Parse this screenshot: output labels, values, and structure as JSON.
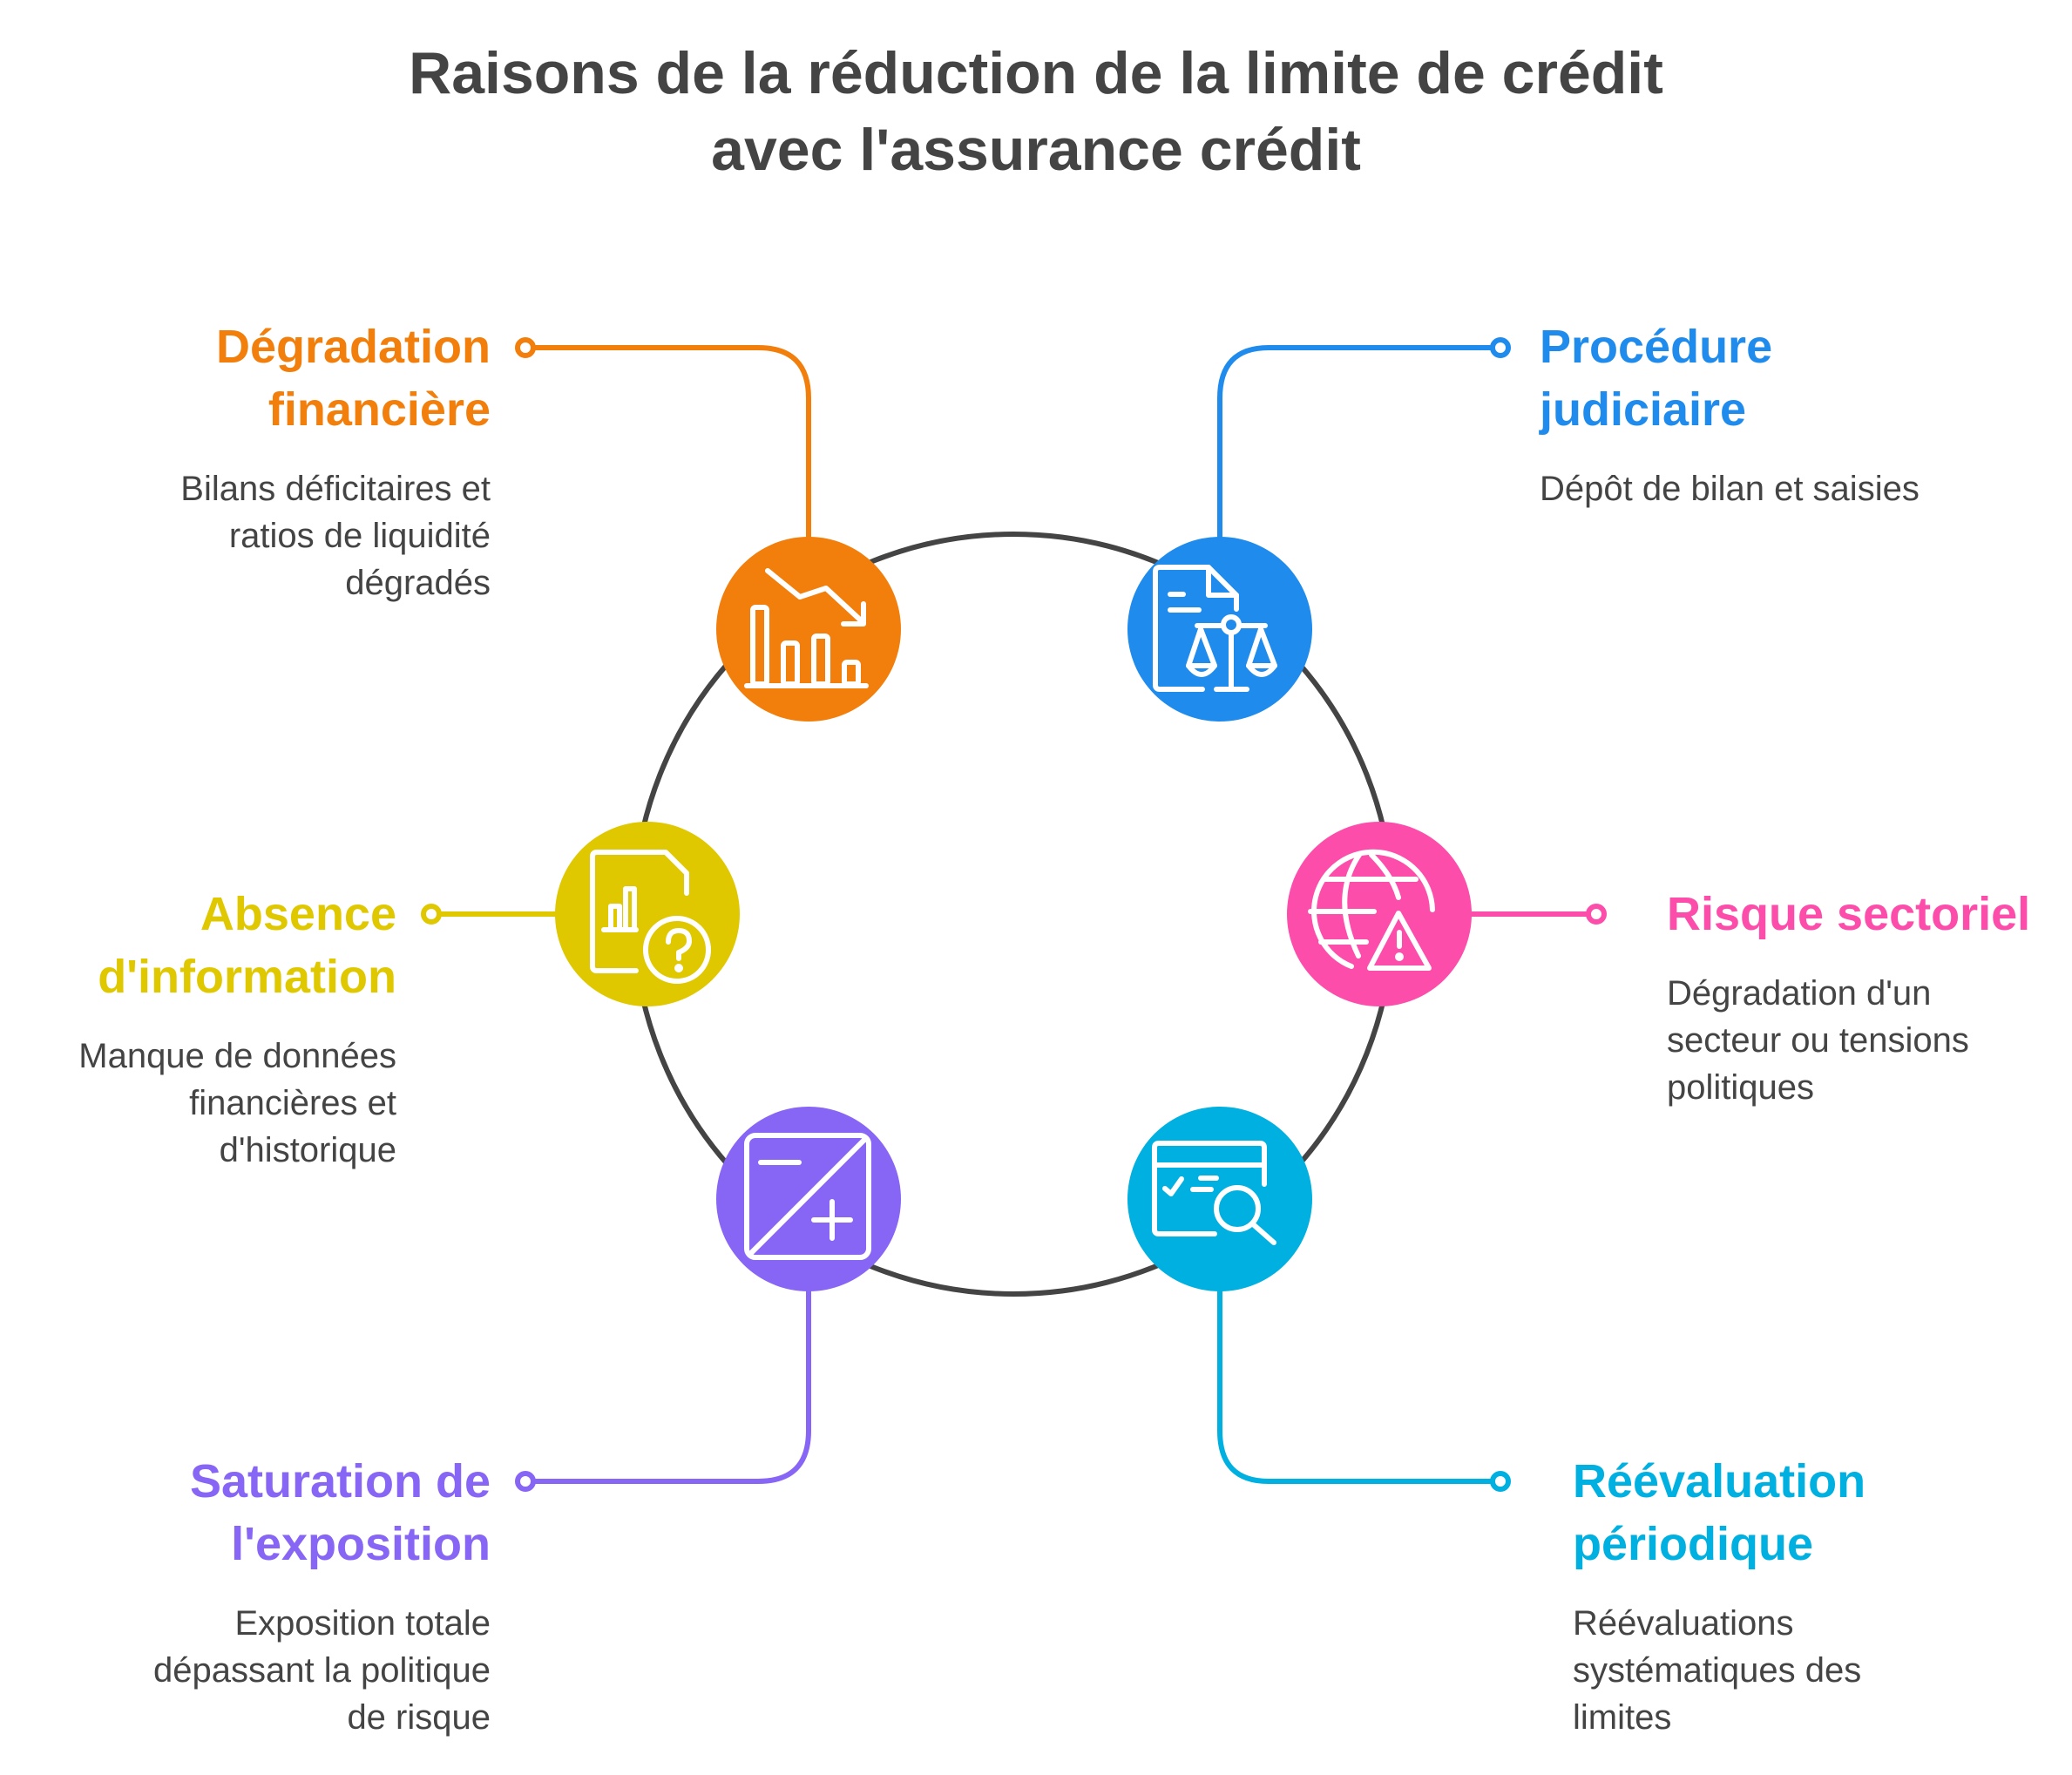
{
  "title": {
    "line1": "Raisons de la réduction de la limite de crédit",
    "line2": "avec l'assurance crédit"
  },
  "ring": {
    "color": "#444444"
  },
  "items": [
    {
      "id": "degradation-financiere",
      "color": "#F27F0C",
      "icon": "declining-bar-chart-icon",
      "heading": [
        "Dégradation",
        "financière"
      ],
      "description": [
        "Bilans déficitaires et",
        "ratios de liquidité",
        "dégradés"
      ]
    },
    {
      "id": "procedure-judiciaire",
      "color": "#1F8BEC",
      "icon": "legal-document-scales-icon",
      "heading": [
        "Procédure",
        "judiciaire"
      ],
      "description": [
        "Dépôt de bilan et saisies"
      ]
    },
    {
      "id": "risque-sectoriel",
      "color": "#FD4DAB",
      "icon": "globe-warning-icon",
      "heading": [
        "Risque sectoriel"
      ],
      "description": [
        "Dégradation d'un",
        "secteur ou tensions",
        "politiques"
      ]
    },
    {
      "id": "reevaluation-periodique",
      "color": "#00B0E0",
      "icon": "checklist-magnifier-icon",
      "heading": [
        "Réévaluation",
        "périodique"
      ],
      "description": [
        "Réévaluations",
        "systématiques des",
        "limites"
      ]
    },
    {
      "id": "saturation-exposition",
      "color": "#8765F5",
      "icon": "minus-plus-square-icon",
      "heading": [
        "Saturation de",
        "l'exposition"
      ],
      "description": [
        "Exposition totale",
        "dépassant la politique",
        "de risque"
      ]
    },
    {
      "id": "absence-information",
      "color": "#E0C800",
      "icon": "document-chart-question-icon",
      "heading": [
        "Absence",
        "d'information"
      ],
      "description": [
        "Manque de données",
        "financières et",
        "d'historique"
      ]
    }
  ]
}
